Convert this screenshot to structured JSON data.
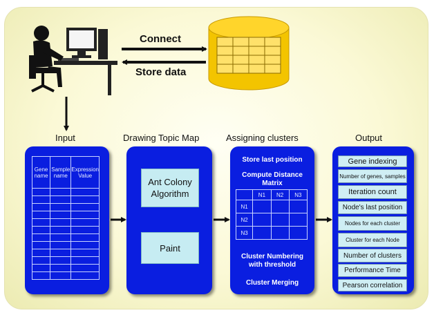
{
  "connect_label": "Connect",
  "store_label": "Store data",
  "sections": {
    "input": "Input",
    "drawing": "Drawing Topic Map",
    "assigning": "Assigning clusters",
    "output": "Output"
  },
  "input_table": {
    "headers": [
      "Gene name",
      "Sample name",
      "Expression Value"
    ]
  },
  "drawing": {
    "algo": "Ant Colony Algorithm",
    "paint": "Paint"
  },
  "assigning": {
    "store_last": "Store last position",
    "compute": "Compute Distance Matrix",
    "matrix_headers": [
      "N1",
      "N2",
      "N3"
    ],
    "cluster_numbering": "Cluster Numbering with threshold",
    "cluster_merging": "Cluster Merging"
  },
  "output_items": [
    "Gene indexing",
    "Number of genes, samples",
    "Iteration count",
    "Node's last position",
    "Nodes for each cluster",
    "Cluster for each Node",
    "Number of clusters",
    "Performance Time",
    "Pearson correlation"
  ],
  "colors": {
    "panel": "#0a1ee0",
    "box": "#c6ecf2",
    "db": "#f3c400"
  },
  "icons": {
    "user": "user-at-computer-icon",
    "database": "database-cylinder-icon"
  }
}
